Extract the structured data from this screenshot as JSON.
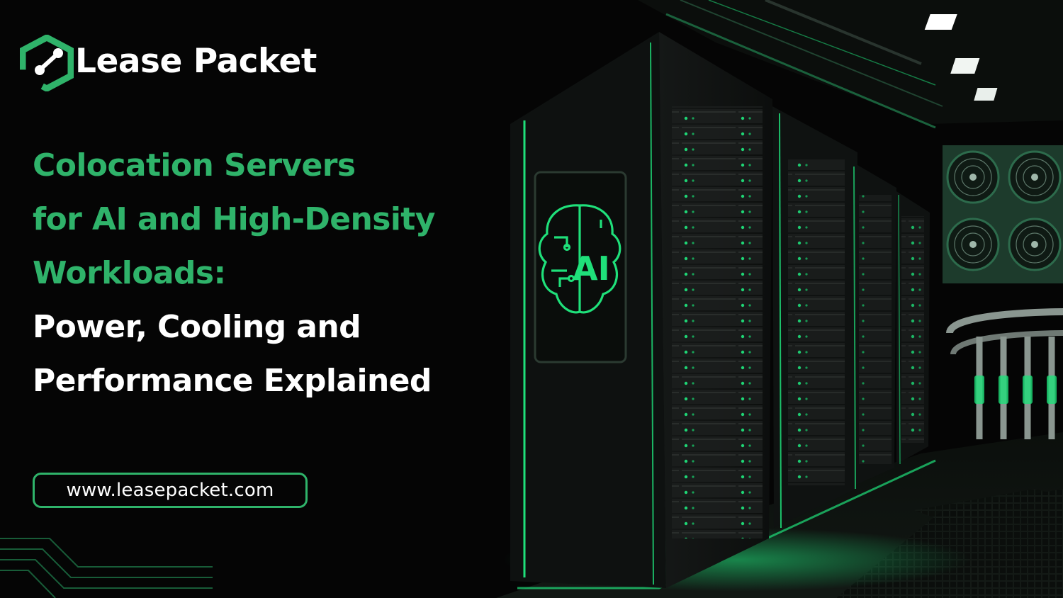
{
  "brand": {
    "name": "Lease Packet",
    "logo_icon": "link-node-hexagon-icon"
  },
  "headline": {
    "lines_green": [
      "Colocation Servers",
      "for AI and High-Density",
      "Workloads:"
    ],
    "lines_white": [
      "Power, Cooling and",
      "Performance Explained"
    ]
  },
  "website": {
    "url": "www.leasepacket.com"
  },
  "hero_image": {
    "panel_badge": "AI",
    "panel_icon": "brain-circuit-icon"
  },
  "colors": {
    "accent_green": "#2fb36a",
    "glow_green": "#1fe07a",
    "background": "#050505",
    "text_white": "#ffffff"
  }
}
